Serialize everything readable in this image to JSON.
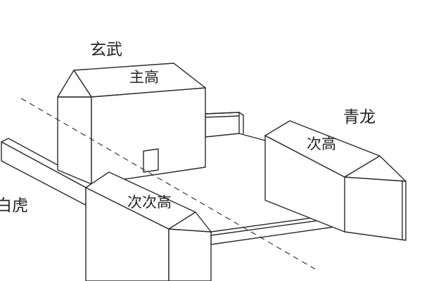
{
  "labels": {
    "north": "玄武",
    "main_house": "主高",
    "east": "青龙",
    "east_house": "次高",
    "front_house": "次次高",
    "west": "白虎"
  }
}
